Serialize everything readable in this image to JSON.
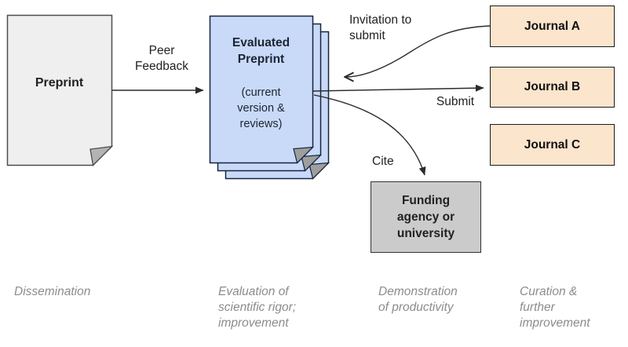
{
  "colors": {
    "preprint_fill": "#efefef",
    "preprint_border": "#4d4d4d",
    "preprint_fold": "#b3b3b3",
    "evaluated_fill": "#c9daf8",
    "evaluated_border": "#16243f",
    "evaluated_fold": "#9e9e9e",
    "evaluated_text": "#1b2433",
    "journal_fill": "#fce5cd",
    "journal_border": "#1a1a1a",
    "funding_fill": "#cbcbcb",
    "funding_border": "#333333",
    "arrow": "#2b2b2b",
    "label_text": "#212121",
    "caption_text": "#8c8c8c"
  },
  "nodes": {
    "preprint": {
      "label": "Preprint"
    },
    "evaluated_preprint": {
      "title": "Evaluated Preprint",
      "subtitle": "(current version & reviews)"
    },
    "journal_a": {
      "label": "Journal A"
    },
    "journal_b": {
      "label": "Journal B"
    },
    "journal_c": {
      "label": "Journal C"
    },
    "funding": {
      "label": "Funding agency or university"
    }
  },
  "arrows": {
    "peer_feedback": {
      "label": "Peer Feedback"
    },
    "invitation": {
      "label": "Invitation to submit"
    },
    "submit": {
      "label": "Submit"
    },
    "cite": {
      "label": "Cite"
    }
  },
  "captions": {
    "dissemination": "Dissemination",
    "evaluation": "Evaluation of scientific rigor; improvement",
    "demonstration": "Demonstration of productivity",
    "curation": "Curation & further improvement"
  }
}
